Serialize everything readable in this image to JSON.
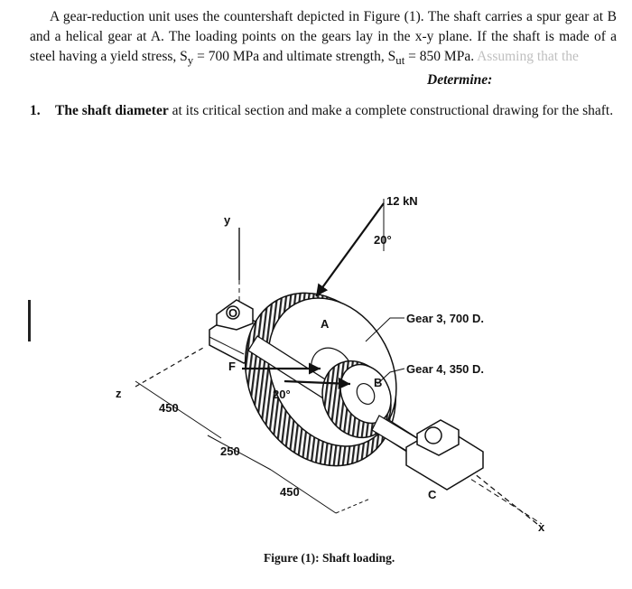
{
  "problem": {
    "line1": "A gear-reduction unit uses the countershaft depicted in Figure (1). The shaft carries a spur gear at",
    "line2": "B and a helical gear at A. The loading points on the gears lay in the x-y plane. If the shaft is made of a",
    "line3_a": "steel having a yield stress, S",
    "line3_sub_y": "y",
    "line3_b": " = 700 MPa and ultimate strength, S",
    "line3_sub_ut": "ut",
    "line3_c": " = 850 MPa.",
    "line3_faint": "Assuming that the",
    "line4_bold": "Determine:"
  },
  "question": {
    "number": "1.",
    "bold": "The shaft diameter",
    "rest": " at its critical section and make a complete constructional drawing for the shaft."
  },
  "figure": {
    "load": "12 kN",
    "angle_top": "20°",
    "angle_mid": "20°",
    "label_y": "y",
    "label_o": "O",
    "label_a": "A",
    "label_b": "B",
    "label_c": "C",
    "label_f": "F",
    "label_z": "z",
    "label_x": "x",
    "gear3": "Gear 3, 700 D.",
    "gear4": "Gear 4, 350 D.",
    "dim_450_left": "450",
    "dim_250": "250",
    "dim_450_bottom": "450",
    "caption": "Figure (1): Shaft loading."
  }
}
